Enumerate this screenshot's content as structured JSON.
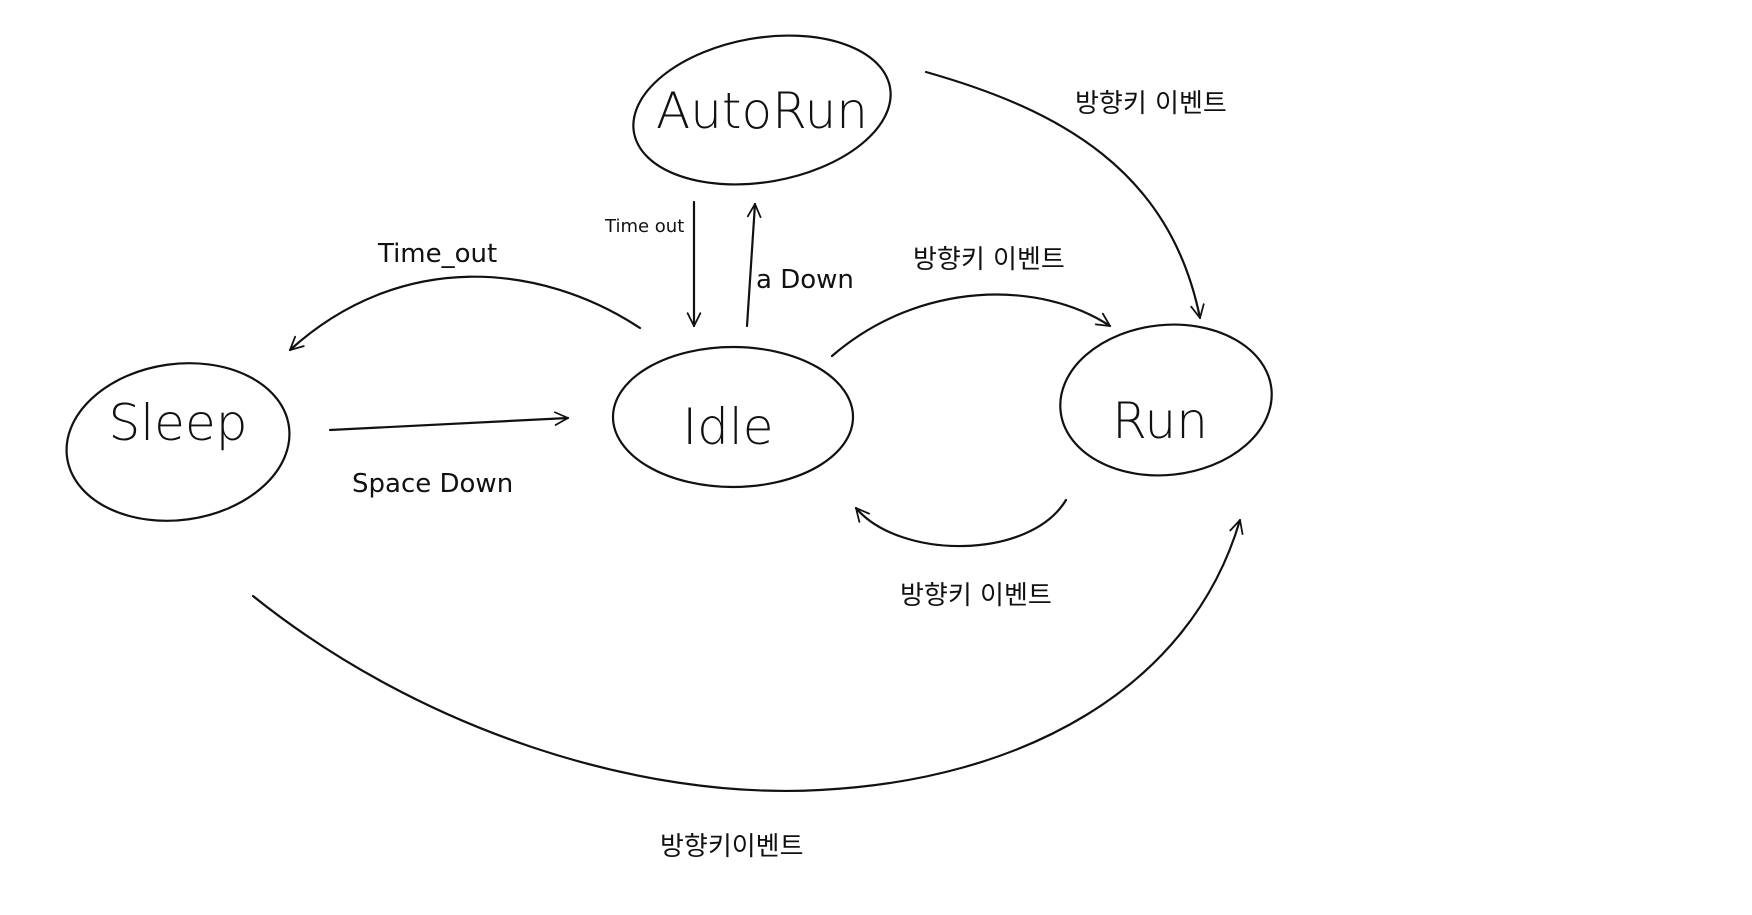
{
  "colors": {
    "background": "#ffffff",
    "ink": "#111111"
  },
  "states": {
    "autorun": "AutoRun",
    "sleep": "Sleep",
    "idle": "Idle",
    "run": "Run"
  },
  "transitions": {
    "autorun_to_run": "방향키 이벤트",
    "autorun_to_idle": "Time out",
    "idle_to_autorun": "a Down",
    "idle_to_sleep": "Time_out",
    "idle_to_run": "방향키 이벤트",
    "sleep_to_idle": "Space Down",
    "run_to_idle": "방향키 이벤트",
    "sleep_to_run": "방향키이벤트"
  }
}
